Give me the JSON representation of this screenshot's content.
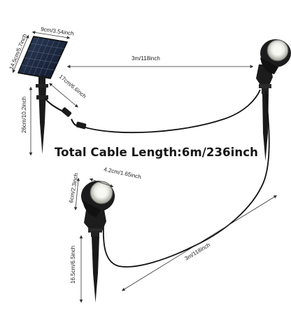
{
  "title": "Total Cable Length:6m/236inch",
  "dimensions": {
    "panel_width": "9cm/3.54inch",
    "panel_height": "14.5cm/5.7inch",
    "panel_cable": "17cm/6.6inch",
    "panel_stake": "26cm/10.2inch",
    "cable_top": "3m/118inch",
    "lamp_height": "6cm/2.3inch",
    "lamp_diameter": "4.2cm/1.65inch",
    "lamp_stake": "16.5cm/6.5inch",
    "cable_bottom": "3m/118inch"
  },
  "colors": {
    "line": "#111111",
    "panel": "#1a2740",
    "lamp_body": "#1c1c1c",
    "lens": "#e9e9e4"
  }
}
